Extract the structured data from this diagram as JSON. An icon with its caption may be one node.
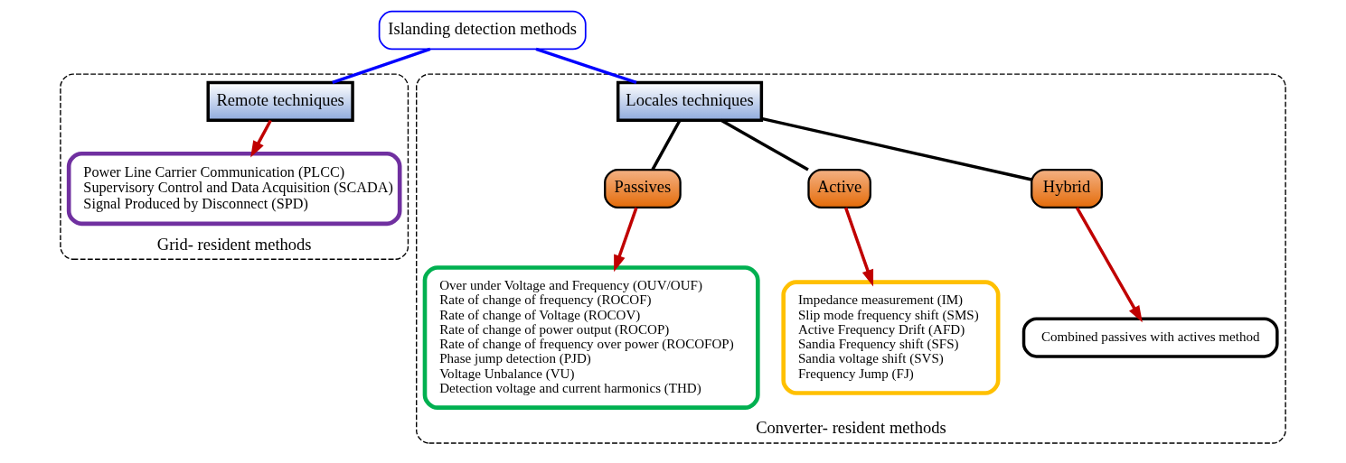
{
  "diagram": {
    "nodes": [
      {
        "text": [
          "Islanding detection methods"
        ]
      },
      {
        "text": [
          "Grid- resident methods"
        ]
      },
      {
        "text": [
          "Remote techniques"
        ],
        "in": 1
      },
      {
        "text": [
          "Power Line Carrier Communication (PLCC)",
          "Supervisory Control and Data Acquisition (SCADA)",
          "Signal Produced by Disconnect (SPD)"
        ],
        "in": 1
      },
      {
        "text": [
          "Converter- resident methods"
        ]
      },
      {
        "text": [
          "Locales techniques"
        ],
        "in": 4
      },
      {
        "text": [
          "Passives"
        ],
        "in": 4
      },
      {
        "text": [
          "Over under Voltage and Frequency (OUV/OUF)",
          "Rate of change of frequency (ROCOF)",
          "Rate of change of Voltage (ROCOV)",
          "Rate of change of power output (ROCOP)",
          "Rate of change of frequency over power (ROCOFOP)",
          "Phase jump detection (PJD)",
          "Voltage Unbalance (VU)",
          "Detection voltage and current harmonics (THD)"
        ],
        "in": 4
      },
      {
        "text": [
          "Active"
        ],
        "in": 4
      },
      {
        "text": [
          "Impedance measurement (IM)",
          "Slip mode frequency shift (SMS)",
          "Active Frequency Drift (AFD)",
          "Sandia Frequency shift (SFS)",
          "Sandia voltage shift (SVS)",
          "Frequency Jump (FJ)"
        ],
        "in": 4
      },
      {
        "text": [
          "Hybrid"
        ],
        "in": 4
      },
      {
        "text": [
          "Combined passives with actives method"
        ],
        "in": 4
      }
    ],
    "edges": [
      {
        "from": 0,
        "to": 2,
        "arrow": "none",
        "color": "#0000ff"
      },
      {
        "from": 0,
        "to": 5,
        "arrow": "none",
        "color": "#0000ff"
      },
      {
        "from": 2,
        "to": 3,
        "arrow": "to",
        "color": "#c00000"
      },
      {
        "from": 5,
        "to": 6,
        "arrow": "none",
        "color": "#000000"
      },
      {
        "from": 5,
        "to": 8,
        "arrow": "none",
        "color": "#000000"
      },
      {
        "from": 5,
        "to": 10,
        "arrow": "none",
        "color": "#000000"
      },
      {
        "from": 6,
        "to": 7,
        "arrow": "to",
        "color": "#c00000"
      },
      {
        "from": 8,
        "to": 9,
        "arrow": "to",
        "color": "#c00000"
      },
      {
        "from": 10,
        "to": 11,
        "arrow": "to",
        "color": "#c00000"
      }
    ]
  }
}
